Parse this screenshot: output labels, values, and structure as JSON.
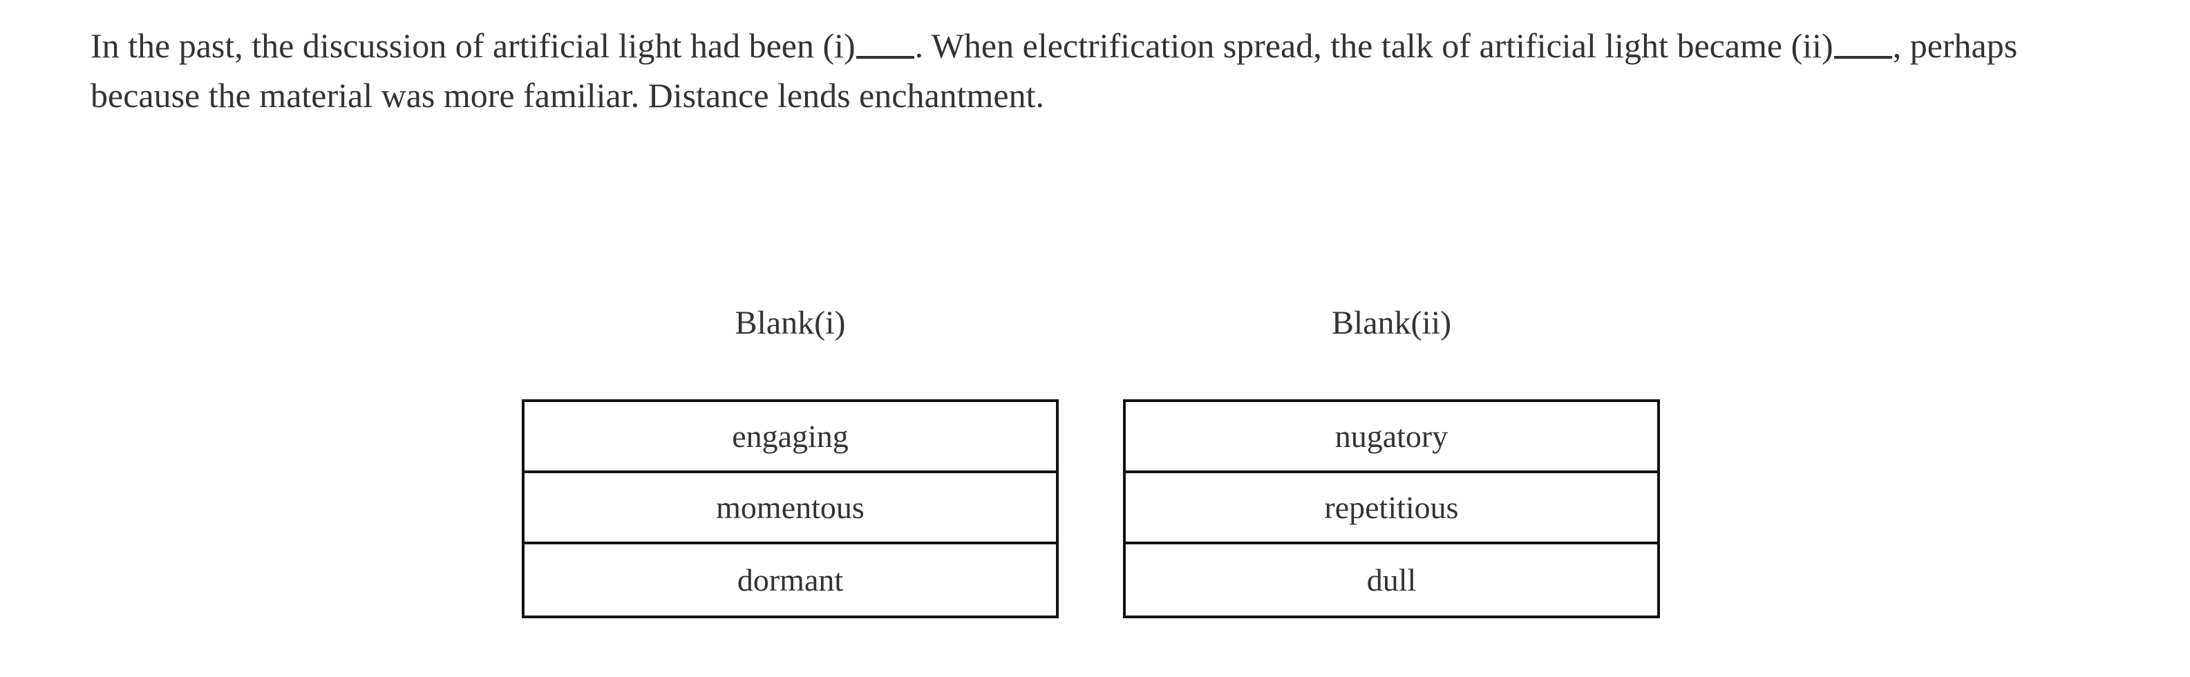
{
  "question": {
    "passage_segments": [
      {
        "type": "text",
        "value": "In the past, the discussion of artificial light had been (i)"
      },
      {
        "type": "blank",
        "value": "_____"
      },
      {
        "type": "text",
        "value": ". When electrification spread, the talk of artificial light became (ii)"
      },
      {
        "type": "blank",
        "value": "_____"
      },
      {
        "type": "text",
        "value": ", perhaps because the material was more familiar. Distance lends enchantment."
      }
    ],
    "passage_text": "In the past, the discussion of artificial light had been (i)_____. When electrification spread, the talk of artificial light became (ii)_____, perhaps because the material was more familiar. Distance lends enchantment.",
    "blank_marker": "_____"
  },
  "answer_groups": [
    {
      "heading": "Blank(i)",
      "choices": [
        {
          "label": "engaging"
        },
        {
          "label": "momentous"
        },
        {
          "label": "dormant"
        }
      ]
    },
    {
      "heading": "Blank(ii)",
      "choices": [
        {
          "label": "nugatory"
        },
        {
          "label": "repetitious"
        },
        {
          "label": "dull"
        }
      ]
    }
  ],
  "colors": {
    "page_background": "#ffffff",
    "text": "#333333",
    "border": "#111111"
  }
}
